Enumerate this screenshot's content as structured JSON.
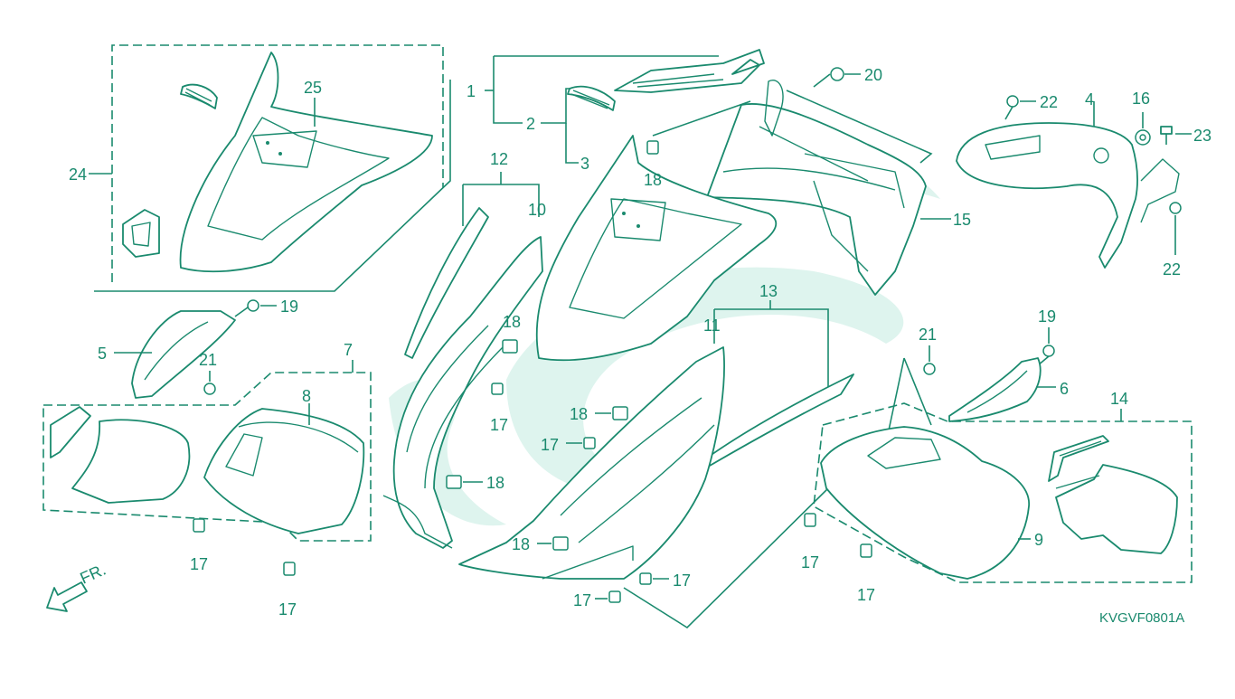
{
  "diagram": {
    "code": "KVGVF0801A",
    "front_label": "FR.",
    "colors": {
      "line": "#1a8a6e",
      "watermark": "#d6f1ea",
      "background": "#ffffff"
    },
    "callouts": {
      "c1": "1",
      "c2": "2",
      "c3": "3",
      "c4": "4",
      "c5": "5",
      "c6": "6",
      "c7": "7",
      "c8": "8",
      "c9": "9",
      "c10": "10",
      "c11": "11",
      "c12": "12",
      "c13": "13",
      "c14": "14",
      "c15": "15",
      "c16": "16",
      "c17a": "17",
      "c17b": "17",
      "c17c": "17",
      "c17d": "17",
      "c17e": "17",
      "c17f": "17",
      "c17g": "17",
      "c17h": "17",
      "c18a": "18",
      "c18b": "18",
      "c18c": "18",
      "c18d": "18",
      "c18e": "18",
      "c19a": "19",
      "c19b": "19",
      "c20": "20",
      "c21a": "21",
      "c21b": "21",
      "c22a": "22",
      "c22b": "22",
      "c23": "23",
      "c24": "24",
      "c25": "25"
    }
  }
}
